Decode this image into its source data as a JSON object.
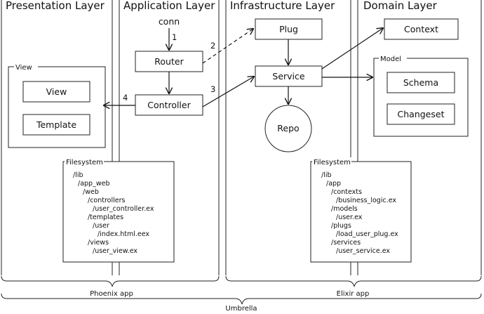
{
  "lanes": {
    "presentation": "Presentation Layer",
    "application": "Application Layer",
    "infrastructure": "Infrastructure Layer",
    "domain": "Domain Layer"
  },
  "nodes": {
    "conn": "conn",
    "router": "Router",
    "controller": "Controller",
    "plug": "Plug",
    "service": "Service",
    "repo": "Repo",
    "context": "Context",
    "model_group": "Model",
    "schema": "Schema",
    "changeset": "Changeset",
    "view_group": "View",
    "view": "View",
    "template": "Template"
  },
  "steps": {
    "s1": "1",
    "s2": "2",
    "s3": "3",
    "s4": "4"
  },
  "fs_left": {
    "title": "Filesystem",
    "lines": [
      "/lib",
      "/app_web",
      "/web",
      "/controllers",
      "/user_controller.ex",
      "/templates",
      "/user",
      "/index.html.eex",
      "/views",
      "/user_view.ex"
    ]
  },
  "fs_right": {
    "title": "Filesystem",
    "lines": [
      "/lib",
      "/app",
      "/contexts",
      "/business_logic.ex",
      "/models",
      "/user.ex",
      "/plugs",
      "/load_user_plug.ex",
      "/services",
      "/user_service.ex"
    ]
  },
  "braces": {
    "phoenix": "Phoenix app",
    "elixir": "Elixir app",
    "umbrella": "Umbrella"
  }
}
